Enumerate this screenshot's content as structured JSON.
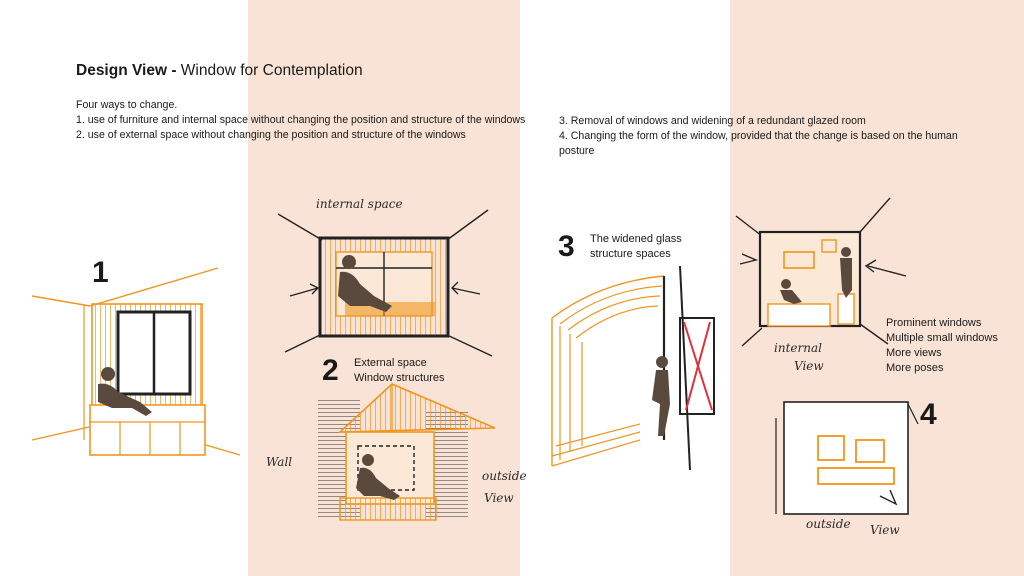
{
  "title": {
    "bold": "Design View -",
    "rest": " Window for Contemplation"
  },
  "intro": {
    "heading": "Four ways to change.",
    "item1": "1. use of furniture and internal space without changing the position and structure of the windows",
    "item2": "2. use of external space without changing the position and structure of the windows",
    "item3": "3. Removal of windows and widening of a redundant glazed room",
    "item4": "4. Changing the form of the window, provided that the change is based on the human posture"
  },
  "sketches": {
    "s1": {
      "number": "1"
    },
    "s2": {
      "number": "2",
      "caption_line1": "External space",
      "caption_line2": "Window structures",
      "top_note": "internal space",
      "wall_note": "Wall",
      "outside_note_1": "outside",
      "outside_note_2": "View"
    },
    "s3": {
      "number": "3",
      "caption_line1": "The widened glass",
      "caption_line2": "structure spaces"
    },
    "s4": {
      "number": "4",
      "note_internal_1": "internal",
      "note_internal_2": "View",
      "note_outside_1": "outside",
      "note_outside_2": "View",
      "benefits": [
        "Prominent windows",
        "Multiple small windows",
        "More views",
        "More poses"
      ]
    }
  },
  "colors": {
    "accent": "#f0961e",
    "band": "#f9e3d6",
    "ink": "#1a1a1a",
    "figure": "#5a4a3e",
    "cross": "#e0303a"
  }
}
